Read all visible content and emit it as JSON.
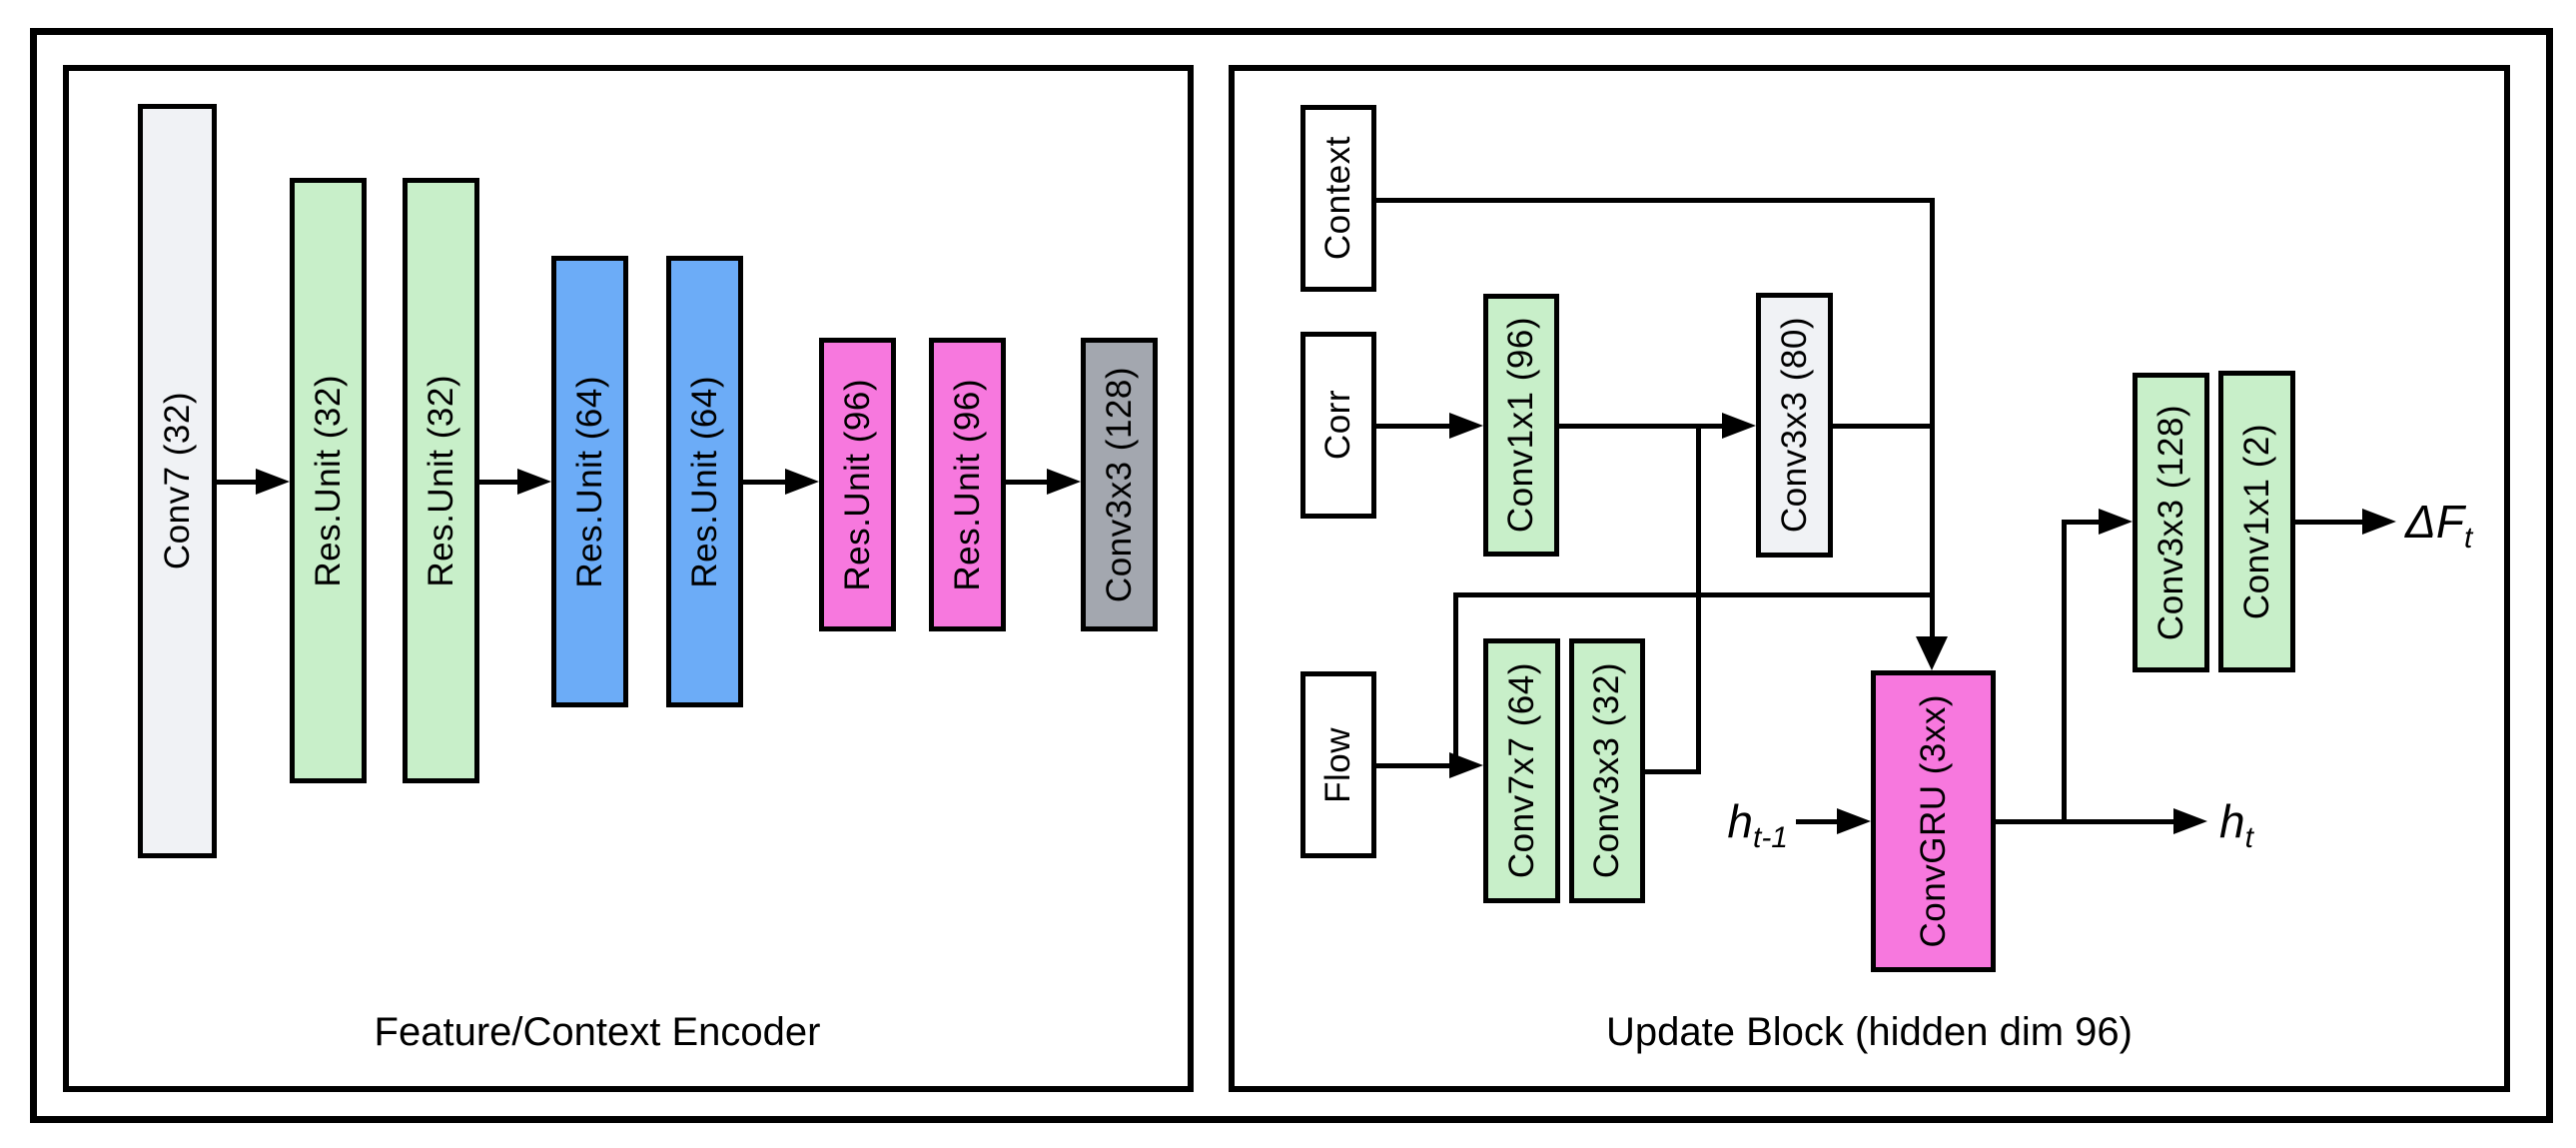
{
  "colors": {
    "green": "#C8EFC9",
    "blue": "#6CACF7",
    "pink": "#F778DE",
    "gray": "#A3A7AF",
    "offwhite": "#F0F2F5",
    "white": "#FFFFFF",
    "line": "#000000"
  },
  "left_panel": {
    "title": "Feature/Context Encoder",
    "nodes": [
      {
        "id": "conv7",
        "label": "Conv7 (32)",
        "fill": "offwhite"
      },
      {
        "id": "resunit32_1",
        "label": "Res.Unit (32)",
        "fill": "green"
      },
      {
        "id": "resunit32_2",
        "label": "Res.Unit (32)",
        "fill": "green"
      },
      {
        "id": "resunit64_1",
        "label": "Res.Unit (64)",
        "fill": "blue"
      },
      {
        "id": "resunit64_2",
        "label": "Res.Unit (64)",
        "fill": "blue"
      },
      {
        "id": "resunit96_1",
        "label": "Res.Unit (96)",
        "fill": "pink"
      },
      {
        "id": "resunit96_2",
        "label": "Res.Unit (96)",
        "fill": "pink"
      },
      {
        "id": "conv3x3_128",
        "label": "Conv3x3 (128)",
        "fill": "gray"
      }
    ]
  },
  "right_panel": {
    "title": "Update Block (hidden dim 96)",
    "nodes": [
      {
        "id": "context",
        "label": "Context",
        "fill": "white"
      },
      {
        "id": "corr",
        "label": "Corr",
        "fill": "white"
      },
      {
        "id": "flow",
        "label": "Flow",
        "fill": "white"
      },
      {
        "id": "conv1x1_96",
        "label": "Conv1x1 (96)",
        "fill": "green"
      },
      {
        "id": "conv3x3_80",
        "label": "Conv3x3 (80)",
        "fill": "offwhite"
      },
      {
        "id": "conv7x7_64",
        "label": "Conv7x7 (64)",
        "fill": "green"
      },
      {
        "id": "conv3x3_32",
        "label": "Conv3x3 (32)",
        "fill": "green"
      },
      {
        "id": "convgru",
        "label": "ConvGRU (3xx)",
        "fill": "pink"
      },
      {
        "id": "conv3x3_128",
        "label": "Conv3x3 (128)",
        "fill": "green"
      },
      {
        "id": "conv1x1_2",
        "label": "Conv1x1 (2)",
        "fill": "green"
      }
    ],
    "io": {
      "h_prev_base": "h",
      "h_prev_sub": "t-1",
      "h_next_base": "h",
      "h_next_sub": "t",
      "delta_base": "ΔF",
      "delta_sub": "t"
    }
  }
}
